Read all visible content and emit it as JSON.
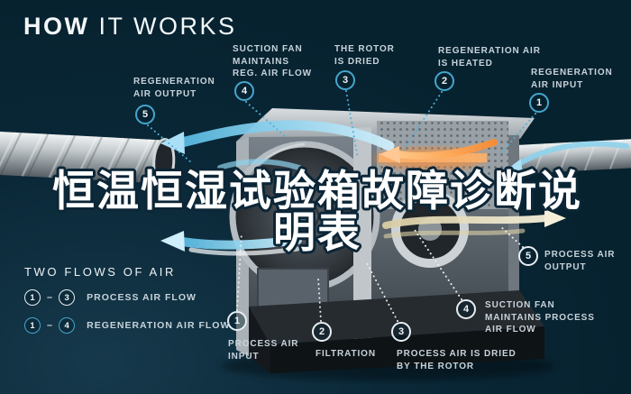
{
  "title": {
    "bold": "HOW",
    "rest": " IT WORKS"
  },
  "overlay_title": {
    "line1": "恒温恒湿试验箱故障诊断说",
    "line2": "明表"
  },
  "callouts_top": [
    {
      "num": "5",
      "label": "REGENERATION\nAIR OUTPUT"
    },
    {
      "num": "4",
      "label": "SUCTION FAN\nMAINTAINS\nREG. AIR FLOW"
    },
    {
      "num": "3",
      "label": "THE ROTOR\nIS DRIED"
    },
    {
      "num": "2",
      "label": "REGENERATION AIR\nIS HEATED"
    },
    {
      "num": "1",
      "label": "REGENERATION\nAIR INPUT"
    }
  ],
  "callouts_bottom": [
    {
      "num": "1",
      "label": "PROCESS AIR\nINPUT"
    },
    {
      "num": "2",
      "label": "FILTRATION"
    },
    {
      "num": "3",
      "label": "PROCESS AIR IS DRIED\nBY THE ROTOR"
    },
    {
      "num": "4",
      "label": "SUCTION FAN\nMAINTAINS PROCESS\nAIR FLOW"
    },
    {
      "num": "5",
      "label": "PROCESS AIR\nOUTPUT"
    }
  ],
  "legend": {
    "title": "TWO FLOWS OF AIR",
    "dash": "–",
    "rows": [
      {
        "from": "1",
        "to": "3",
        "label": "PROCESS AIR FLOW",
        "style": "process-white"
      },
      {
        "from": "1",
        "to": "4",
        "label": "REGENERATION AIR FLOW",
        "style": "regeneration-cyan"
      }
    ]
  },
  "colors": {
    "background": "#07222f",
    "accent_cyan": "#45a6cd",
    "flow_cyan": "#8ed2ec",
    "flow_cream": "#e9e2c6",
    "heater_orange": "#ff8c2e",
    "label_text": "#c7d3da",
    "title_white": "#f3f7f9"
  }
}
